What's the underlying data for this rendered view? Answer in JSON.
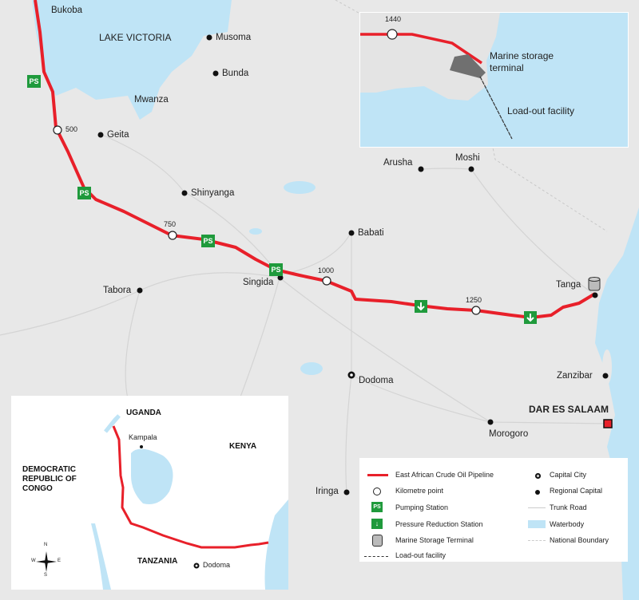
{
  "colors": {
    "pipeline": "#e8202a",
    "station": "#1f9a3c",
    "water": "#bfe4f6",
    "land": "#e8e8e8",
    "capital_marker": "#e8202a"
  },
  "cities": {
    "bukoba": "Bukoba",
    "lake_victoria": "LAKE VICTORIA",
    "musoma": "Musoma",
    "bunda": "Bunda",
    "mwanza": "Mwanza",
    "geita": "Geita",
    "shinyanga": "Shinyanga",
    "tabora": "Tabora",
    "singida": "Singida",
    "babati": "Babati",
    "arusha": "Arusha",
    "moshi": "Moshi",
    "tanga": "Tanga",
    "zanzibar": "Zanzibar",
    "dodoma": "Dodoma",
    "dar": "DAR ES SALAAM",
    "morogoro": "Morogoro",
    "iringa": "Iringa"
  },
  "km_points": [
    "500",
    "750",
    "1000",
    "1250"
  ],
  "station_label": "PS",
  "detail_inset": {
    "km": "1440",
    "terminal": "Marine storage terminal",
    "loadout": "Load-out facility"
  },
  "overview_inset": {
    "uganda": "UGANDA",
    "kampala": "Kampala",
    "kenya": "KENYA",
    "drc": "DEMOCRATIC REPUBLIC OF CONGO",
    "tanzania": "TANZANIA",
    "dodoma": "Dodoma",
    "compass": {
      "n": "N",
      "s": "S",
      "e": "E",
      "w": "W"
    }
  },
  "legend": {
    "pipeline": "East African Crude Oil Pipeline",
    "km_point": "Kilometre point",
    "pumping": "Pumping Station",
    "pressure": "Pressure Reduction Station",
    "storage": "Marine Storage Terminal",
    "loadout": "Load-out facility",
    "capital": "Capital City",
    "regional": "Regional Capital",
    "road": "Trunk Road",
    "water": "Waterbody",
    "boundary": "National Boundary"
  }
}
